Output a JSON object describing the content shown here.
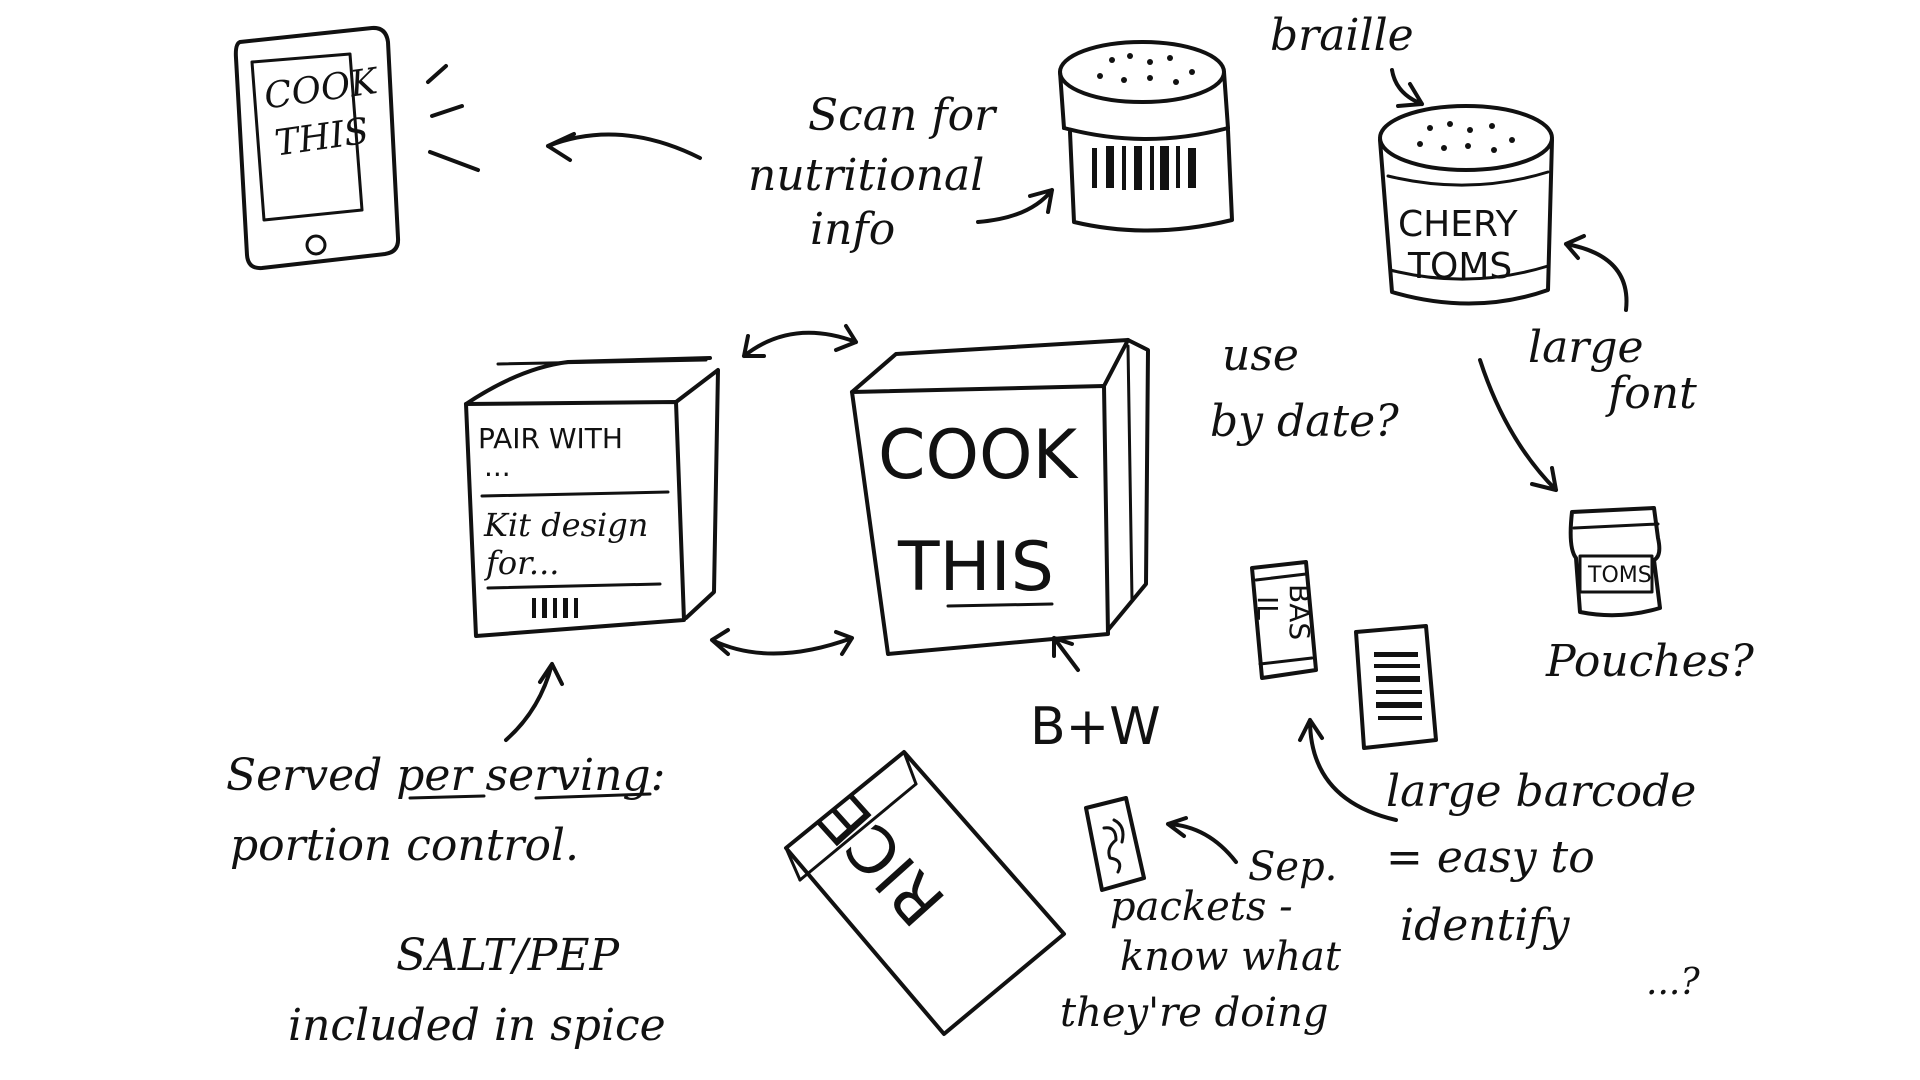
{
  "tablet": {
    "screen_line1": "COOK",
    "screen_line2": "THIS"
  },
  "notes": {
    "scan_line1": "Scan for",
    "scan_line2": "nutritional",
    "scan_line3": "info",
    "braille": "braille",
    "large_font_line1": "large",
    "large_font_line2": "font",
    "use_by_line1": "use",
    "use_by_line2": "by date?",
    "pouches": "Pouches?",
    "bw": "B+W",
    "served_line1": "Served per serving:",
    "served_line2": "portion control.",
    "salt_line1": "SALT/PEP",
    "salt_line2": "included in spice",
    "sep_line1": "Sep.",
    "sep_line2": "packets -",
    "sep_line3": "know what",
    "sep_line4": "they're doing",
    "barcode_line1": "large barcode",
    "barcode_line2": "= easy to",
    "barcode_line3": "identify",
    "barcode_line4": "...?"
  },
  "tin": {
    "label_line1": "CHERY",
    "label_line2": "TOMS"
  },
  "pouch": {
    "label": "TOMS"
  },
  "basil_packet": {
    "label_line1": "BAS",
    "label_line2": "IL"
  },
  "box_back": {
    "line1": "PAIR WITH",
    "line2": "...",
    "line3": "Kit design",
    "line4": "for..."
  },
  "box_front": {
    "line1": "COOK",
    "line2": "THIS"
  },
  "rice_bag": {
    "label": "RICE"
  }
}
